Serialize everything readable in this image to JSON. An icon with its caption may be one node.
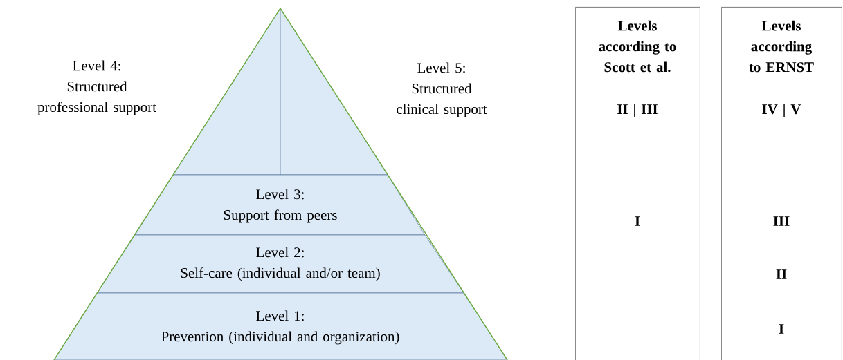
{
  "diagram": {
    "nodes": [
      {
        "text": [
          "Level 4:",
          "Structured professional support"
        ]
      },
      {
        "text": [
          "Level 5:",
          "Structured clinical support"
        ]
      },
      {
        "text": [
          "Level 3:",
          "Support from peers"
        ]
      },
      {
        "text": [
          "Level 2:",
          "Self-care (individual and/or team)"
        ]
      },
      {
        "text": [
          "Level 1:",
          "Prevention (individual and organization)"
        ]
      },
      {
        "text": [
          "Levels according to Scott et al.",
          "II | III",
          "I"
        ]
      },
      {
        "text": [
          "Levels according to ERNST",
          "IV | V",
          "III",
          "II",
          "I"
        ]
      }
    ]
  }
}
